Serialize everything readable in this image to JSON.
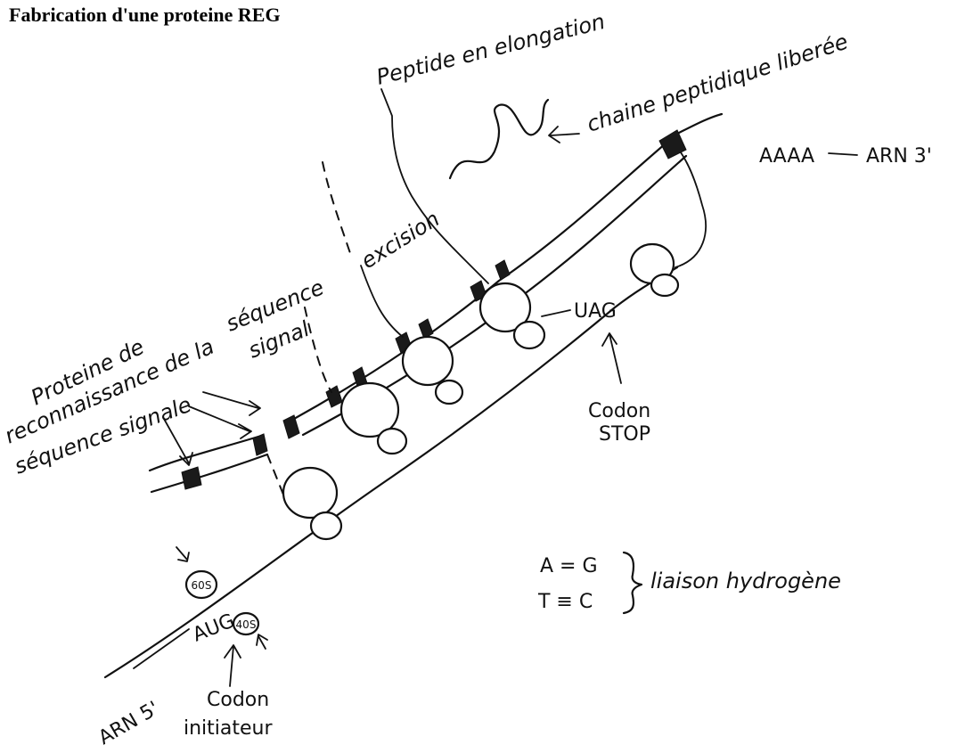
{
  "title": "Fabrication d'une proteine REG",
  "labels": {
    "peptide_elongation": "Peptide en elongation",
    "chain_released": "chaine peptidique liberée",
    "poly_a": "AAAA",
    "arn3": "ARN 3'",
    "excision": "excision",
    "sequence_signal_1": "séquence",
    "sequence_signal_2": "signal",
    "recognition_1": "Proteine de",
    "recognition_2": "reconnaissance de la",
    "recognition_3": "séquence signale",
    "stop_triplet": "UAG",
    "stop_label_1": "Codon",
    "stop_label_2": "STOP",
    "hb_line1": "A = G",
    "hb_line2": "T ≡ C",
    "hb_label": "liaison hydrogène",
    "subunit_60s": "60S",
    "subunit_40s": "40S",
    "start_triplet": "AUG",
    "arn5": "ARN 5'",
    "init_label_1": "Codon",
    "init_label_2": "initiateur"
  }
}
